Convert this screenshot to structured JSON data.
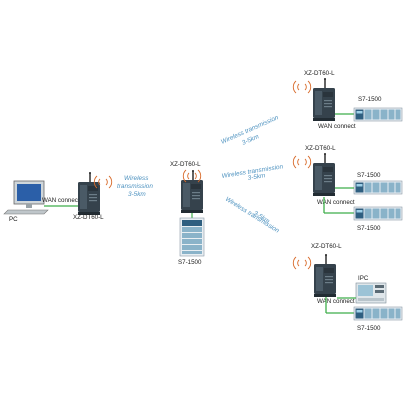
{
  "colors": {
    "wan_line": "#3fae4a",
    "label_text": "#1a1a1a",
    "wireless_text": "#4f93c0",
    "wave": "#d86a2a",
    "router_body": "#35424c",
    "plc_body": "#8ab3c9"
  },
  "center": {
    "device_label": "XZ-DT60-L",
    "plc_label": "S7-1500",
    "wireless_line1": "Wireless",
    "wireless_line2": "transmission",
    "wireless_line3": "3-5km"
  },
  "left": {
    "pc_label": "PC",
    "wan_label": "WAN connect",
    "device_label": "XZ-DT60-L"
  },
  "links": [
    {
      "line1": "Wireless transmission",
      "line2": "3-5km"
    },
    {
      "line1": "Wireless transmission",
      "line2": "3-5km"
    },
    {
      "line1": "Wireless transmission",
      "line2": "3-5km"
    }
  ],
  "remote1": {
    "device_label": "XZ-DT60-L",
    "wan_label": "WAN connect",
    "plc_label": "S7-1500"
  },
  "remote2": {
    "device_label": "XZ-DT60-L",
    "wan_label": "WAN connect",
    "plc_label_1": "S7-1500",
    "plc_label_2": "S7-1500"
  },
  "remote3": {
    "device_label": "XZ-DT60-L",
    "wan_label": "WAN connect",
    "ipc_label": "IPC",
    "plc_label": "S7-1500"
  },
  "icons": [
    "router-icon",
    "plc-icon",
    "computer-icon",
    "industrial-pc-icon",
    "wireless-signal-icon"
  ]
}
